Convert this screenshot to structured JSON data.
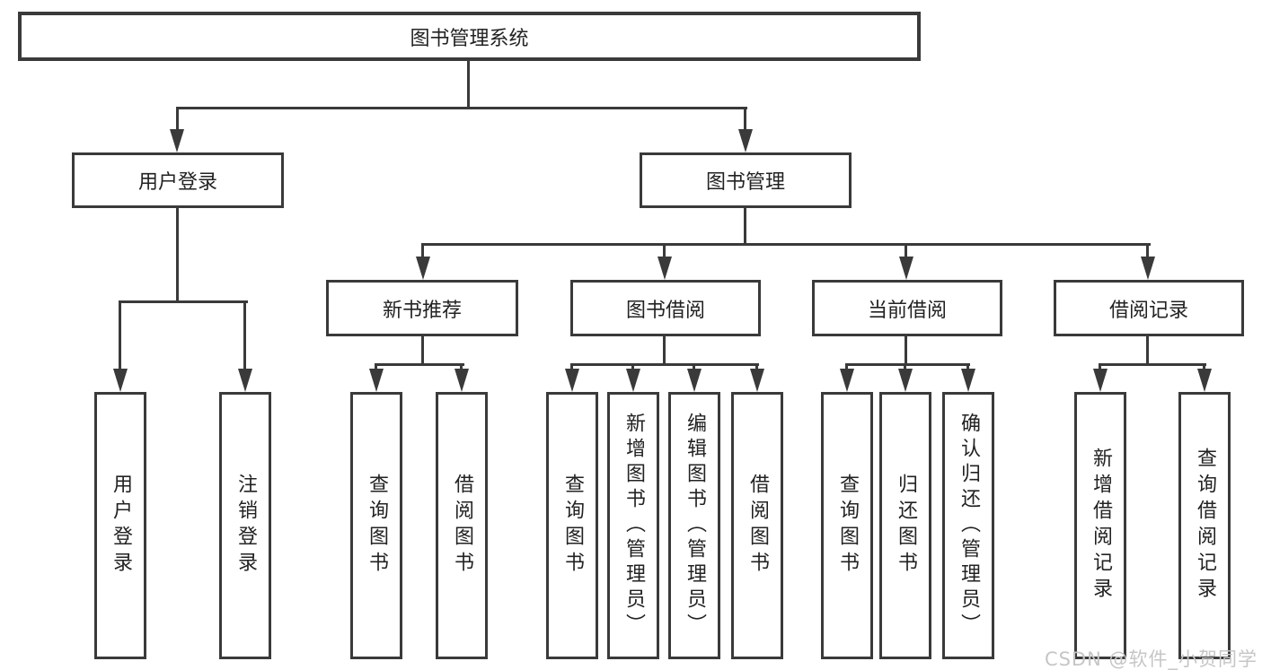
{
  "diagram": {
    "root": {
      "label": "图书管理系统"
    },
    "branches": [
      {
        "label": "用户登录",
        "children": [
          {
            "label": "用户登录"
          },
          {
            "label": "注销登录"
          }
        ]
      },
      {
        "label": "图书管理",
        "children": [
          {
            "label": "新书推荐",
            "children": [
              {
                "label": "查询图书"
              },
              {
                "label": "借阅图书"
              }
            ]
          },
          {
            "label": "图书借阅",
            "children": [
              {
                "label": "查询图书"
              },
              {
                "label": "新增图书（管理员）"
              },
              {
                "label": "编辑图书（管理员）"
              },
              {
                "label": "借阅图书"
              }
            ]
          },
          {
            "label": "当前借阅",
            "children": [
              {
                "label": "查询图书"
              },
              {
                "label": "归还图书"
              },
              {
                "label": "确认归还（管理员）"
              }
            ]
          },
          {
            "label": "借阅记录",
            "children": [
              {
                "label": "新增借阅记录"
              },
              {
                "label": "查询借阅记录"
              }
            ]
          }
        ]
      }
    ]
  },
  "watermark": {
    "text": "CSDN @软件_小贺同学"
  },
  "colors": {
    "line": "#3a3a3a",
    "box_border": "#3a3a3a",
    "box_fill": "#ffffff",
    "text": "#222222",
    "watermark": "#c6c6c6",
    "background": "#ffffff"
  }
}
